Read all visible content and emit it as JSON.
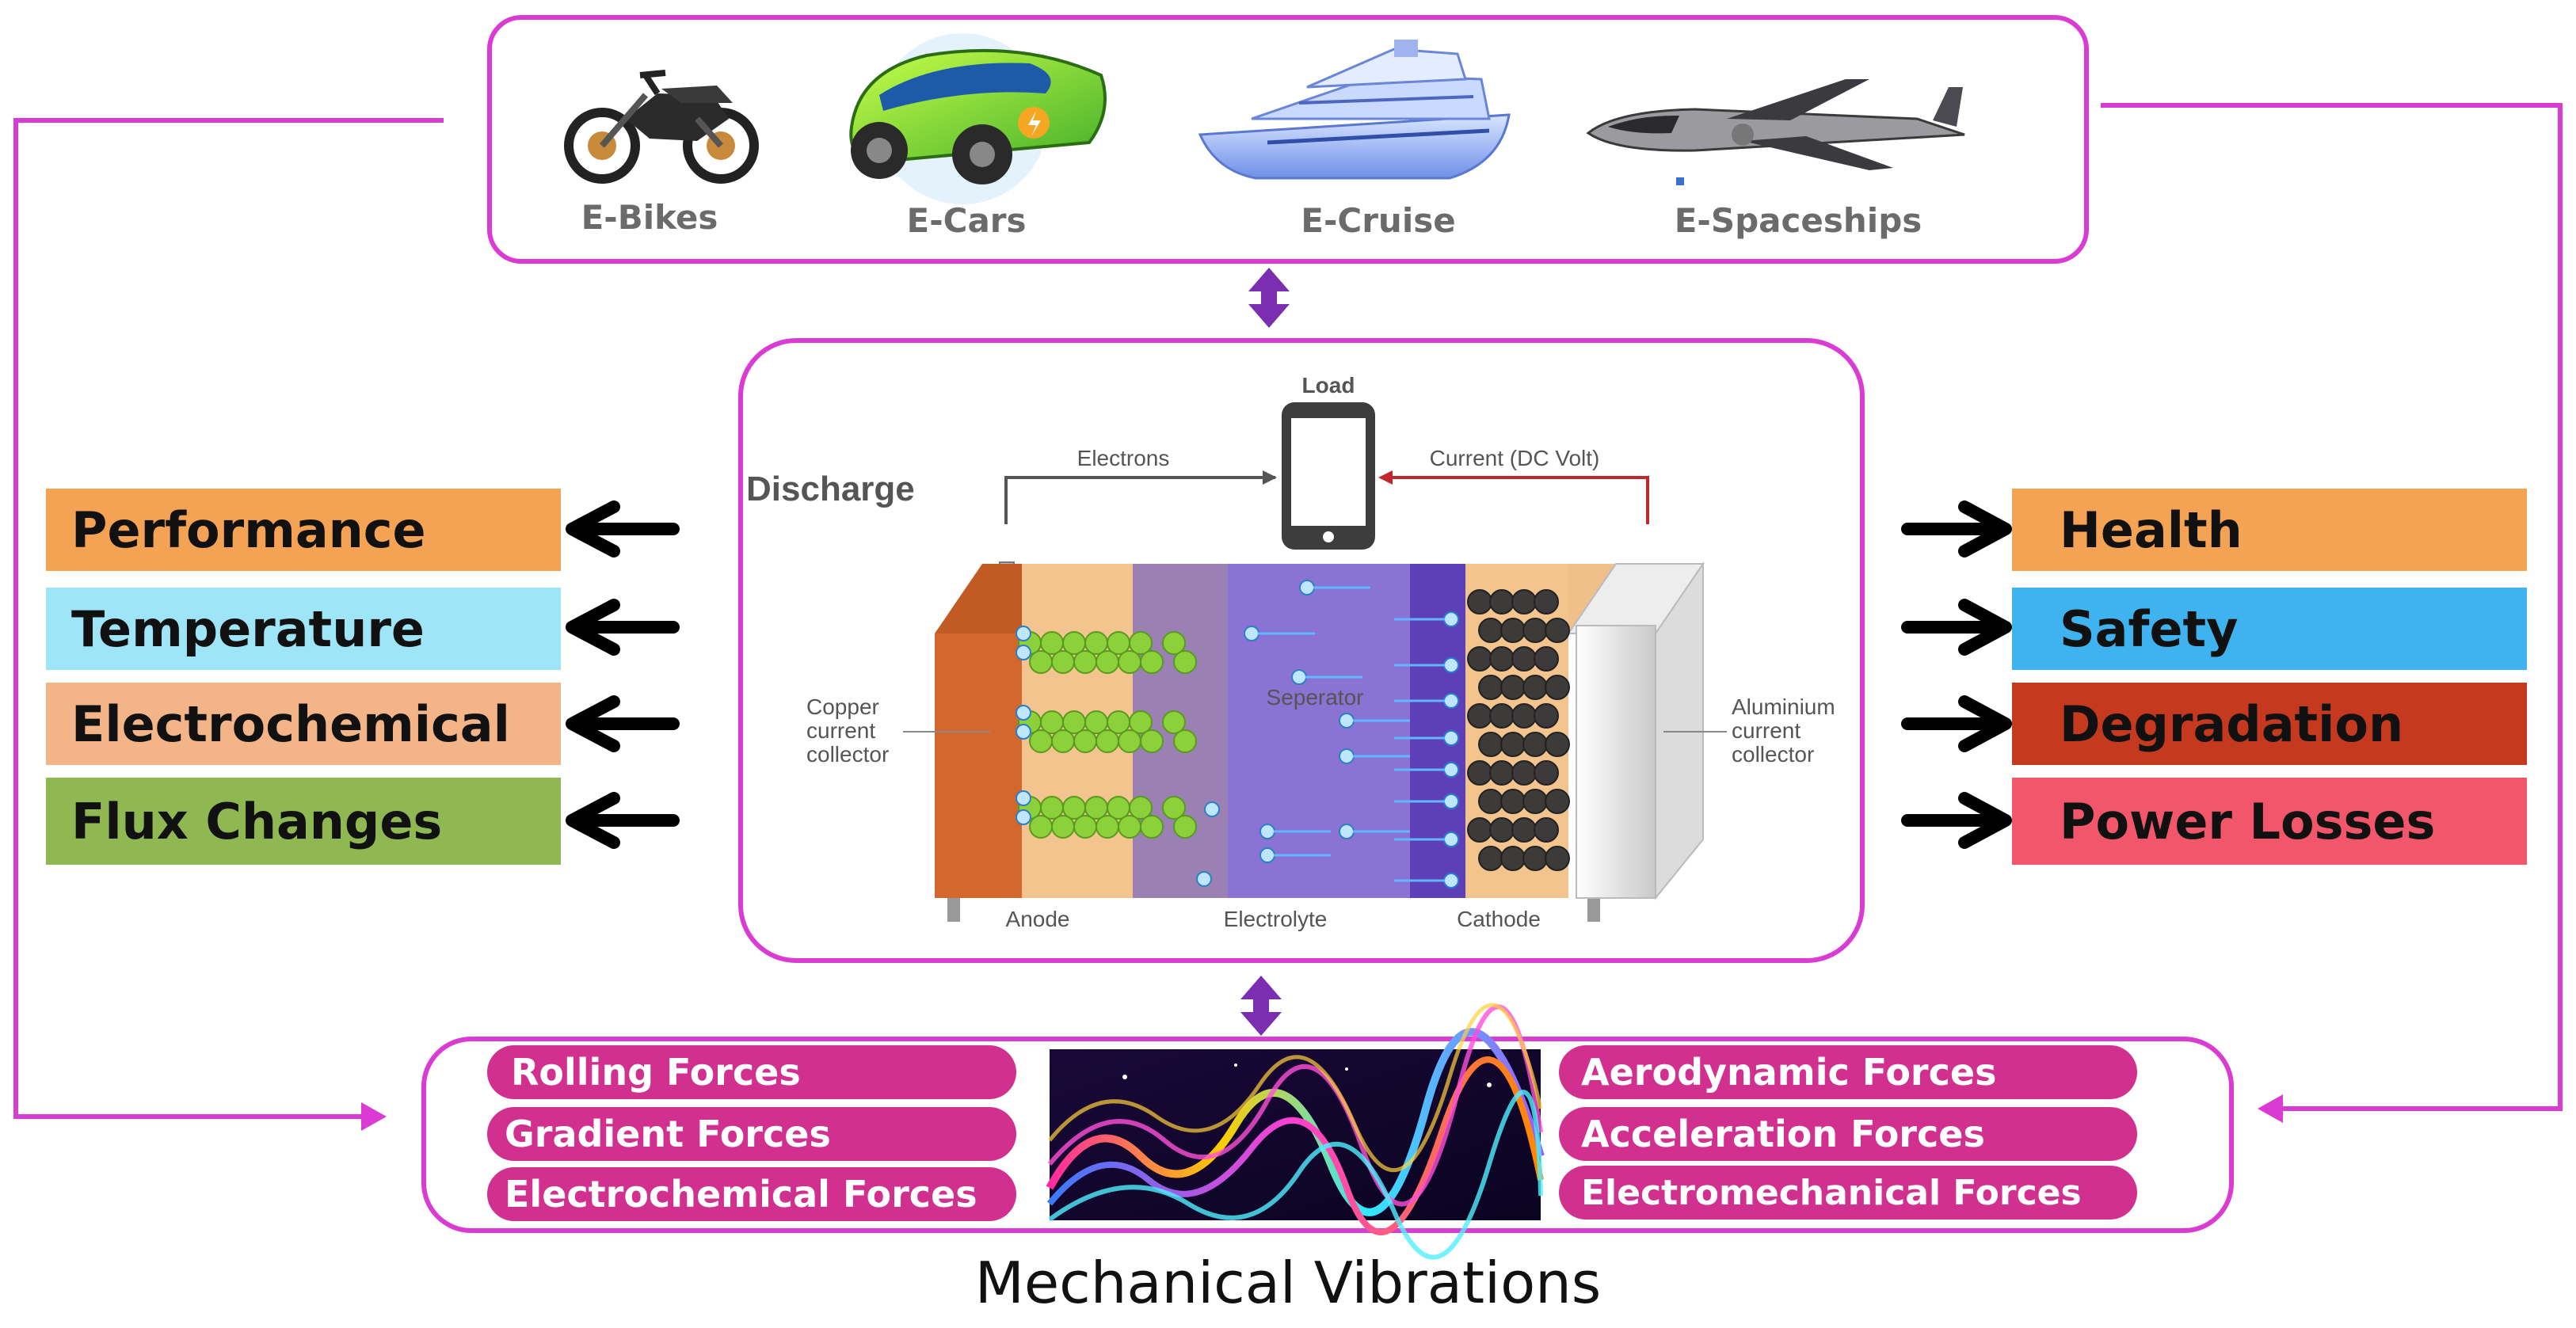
{
  "colors": {
    "frame": "#d93bd3",
    "arrow_purple": "#7b2fb0",
    "pill": "#d2308f",
    "performance": "#f4a354",
    "temperature": "#9ee6f7",
    "electrochemical": "#f3b488",
    "flux": "#8fb852",
    "health": "#f4a354",
    "safety": "#3fb3ef",
    "degradation": "#c53a1e",
    "power_losses": "#f2566a"
  },
  "vehicles": [
    {
      "label": "E-Bikes",
      "icon": "e-bike-icon"
    },
    {
      "label": "E-Cars",
      "icon": "e-car-icon"
    },
    {
      "label": "E-Cruise",
      "icon": "e-cruise-ship-icon"
    },
    {
      "label": "E-Spaceships",
      "icon": "e-spaceship-icon"
    }
  ],
  "battery": {
    "mode": "Discharge",
    "load": "Load",
    "electrons": "Electrons",
    "current": "Current (DC Volt)",
    "separator": "Seperator",
    "anode": "Anode",
    "electrolyte": "Electrolyte",
    "cathode": "Cathode",
    "copper_collector": [
      "Copper",
      "current",
      "collector"
    ],
    "aluminium_collector": [
      "Aluminium",
      "current",
      "collector"
    ]
  },
  "left_factors": [
    "Performance",
    "Temperature",
    "Electrochemical",
    "Flux Changes"
  ],
  "right_factors": [
    "Health",
    "Safety",
    "Degradation",
    "Power Losses"
  ],
  "forces_left": [
    "Rolling Forces",
    "Gradient Forces",
    "Electrochemical Forces"
  ],
  "forces_right": [
    "Aerodynamic Forces",
    "Acceleration Forces",
    "Electromechanical Forces"
  ],
  "footer_title": "Mechanical Vibrations"
}
